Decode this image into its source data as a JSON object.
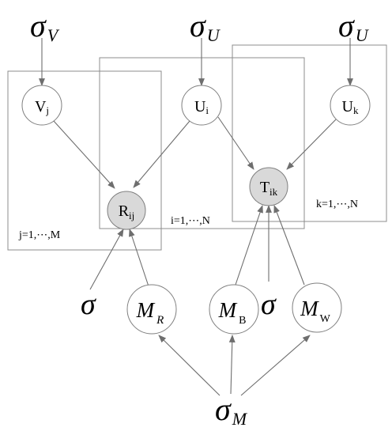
{
  "parameters": {
    "sigma_v": {
      "symbol": "σ",
      "sub": "V"
    },
    "sigma_u_1": {
      "symbol": "σ",
      "sub": "U"
    },
    "sigma_u_2": {
      "symbol": "σ",
      "sub": "U"
    },
    "sigma_m": {
      "symbol": "σ",
      "sub": "M"
    },
    "sigma_r": {
      "symbol": "σ"
    },
    "sigma_t": {
      "symbol": "σ"
    }
  },
  "nodes": {
    "v_j": {
      "main": "V",
      "sub": "j",
      "observed": false
    },
    "u_i": {
      "main": "U",
      "sub": "i",
      "observed": false
    },
    "u_k": {
      "main": "U",
      "sub": "k",
      "observed": false
    },
    "r_ij": {
      "main": "R",
      "sub": "ij",
      "observed": true
    },
    "t_ik": {
      "main": "T",
      "sub": "ik",
      "observed": true
    },
    "m_r": {
      "main": "M",
      "sub": "R",
      "observed": false
    },
    "m_b": {
      "main": "M",
      "sub": "B",
      "observed": false
    },
    "m_w": {
      "main": "M",
      "sub": "W",
      "observed": false
    }
  },
  "plates": {
    "j_plate": {
      "label": "j=1,⋯,M"
    },
    "i_plate": {
      "label": "i=1,⋯,N"
    },
    "k_plate": {
      "label": "k=1,⋯,N"
    }
  },
  "colors": {
    "observed_fill": "#d9d9d9",
    "latent_fill": "#ffffff",
    "edge": "#6e6e6e",
    "plate_stroke": "#8c8c8c"
  }
}
